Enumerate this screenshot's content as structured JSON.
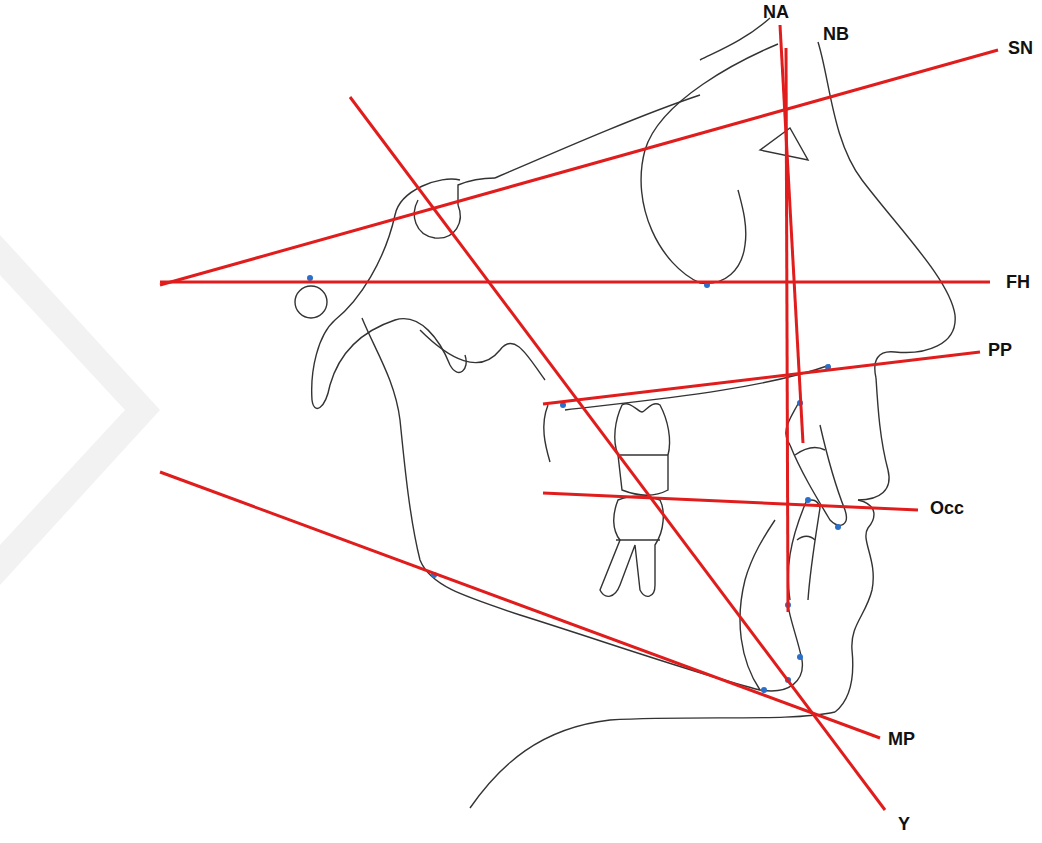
{
  "diagram": {
    "labels": [
      "NA",
      "NB",
      "SN",
      "FH",
      "PP",
      "Occ",
      "MP",
      "Y"
    ]
  }
}
